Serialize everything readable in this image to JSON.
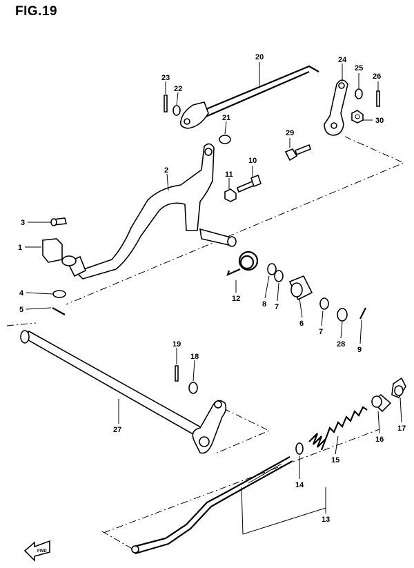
{
  "title": "FIG.19",
  "front_marker": "FWD",
  "callouts": [
    {
      "id": "c1",
      "num": "1"
    },
    {
      "id": "c2",
      "num": "2"
    },
    {
      "id": "c3",
      "num": "3"
    },
    {
      "id": "c4",
      "num": "4"
    },
    {
      "id": "c5",
      "num": "5"
    },
    {
      "id": "c6",
      "num": "6"
    },
    {
      "id": "c7a",
      "num": "7"
    },
    {
      "id": "c7b",
      "num": "7"
    },
    {
      "id": "c8",
      "num": "8"
    },
    {
      "id": "c9",
      "num": "9"
    },
    {
      "id": "c10",
      "num": "10"
    },
    {
      "id": "c11",
      "num": "11"
    },
    {
      "id": "c12",
      "num": "12"
    },
    {
      "id": "c13",
      "num": "13"
    },
    {
      "id": "c14",
      "num": "14"
    },
    {
      "id": "c15",
      "num": "15"
    },
    {
      "id": "c16",
      "num": "16"
    },
    {
      "id": "c17",
      "num": "17"
    },
    {
      "id": "c18",
      "num": "18"
    },
    {
      "id": "c19",
      "num": "19"
    },
    {
      "id": "c20",
      "num": "20"
    },
    {
      "id": "c21",
      "num": "21"
    },
    {
      "id": "c22",
      "num": "22"
    },
    {
      "id": "c23",
      "num": "23"
    },
    {
      "id": "c24",
      "num": "24"
    },
    {
      "id": "c25",
      "num": "25"
    },
    {
      "id": "c26",
      "num": "26"
    },
    {
      "id": "c27",
      "num": "27"
    },
    {
      "id": "c28",
      "num": "28"
    },
    {
      "id": "c29",
      "num": "29"
    },
    {
      "id": "c30",
      "num": "30"
    }
  ]
}
